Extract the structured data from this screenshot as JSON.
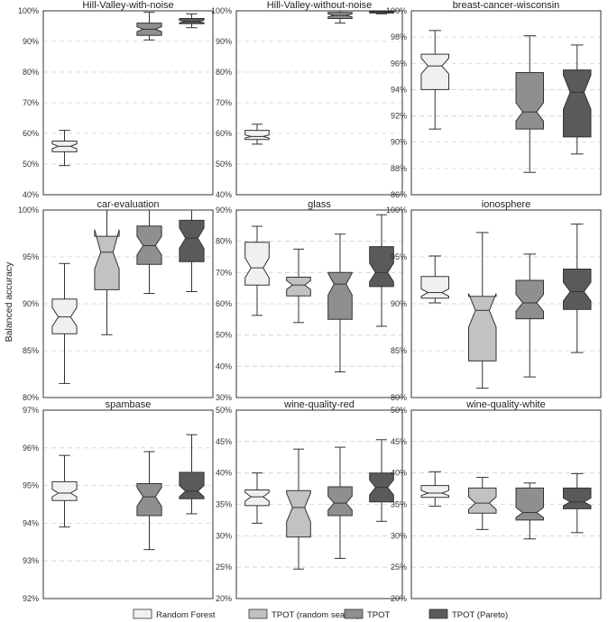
{
  "figure": {
    "ylabel": "Balanced accuracy"
  },
  "legend": {
    "items": [
      {
        "label": "Random Forest",
        "color": "#f0f0f0"
      },
      {
        "label": "TPOT (random search)",
        "color": "#c2c2c2"
      },
      {
        "label": "TPOT",
        "color": "#8f8f8f"
      },
      {
        "label": "TPOT (Pareto)",
        "color": "#5a5a5a"
      }
    ]
  },
  "chart_data": [
    {
      "type": "box",
      "title": "Hill-Valley-with-noise",
      "ylim": [
        40,
        100
      ],
      "yticks": [
        40,
        50,
        60,
        70,
        80,
        90,
        100
      ],
      "tick_suffix": "%",
      "boxes": [
        {
          "series": "Random Forest",
          "whisker_low": 49.5,
          "q1": 54,
          "median": 55.8,
          "q3": 57.5,
          "whisker_high": 61,
          "notch_low": 55,
          "notch_high": 56.6
        },
        {
          "series": "TPOT (random search)",
          "absent": true
        },
        {
          "series": "TPOT",
          "whisker_low": 90.5,
          "q1": 92,
          "median": 94,
          "q3": 96,
          "whisker_high": 99.5,
          "notch_low": 93.2,
          "notch_high": 94.8
        },
        {
          "series": "TPOT (Pareto)",
          "whisker_low": 94.5,
          "q1": 95.8,
          "median": 96.5,
          "q3": 97.5,
          "whisker_high": 99,
          "notch_low": 96.1,
          "notch_high": 96.9
        }
      ]
    },
    {
      "type": "box",
      "title": "Hill-Valley-without-noise",
      "ylim": [
        40,
        100
      ],
      "yticks": [
        40,
        50,
        60,
        70,
        80,
        90,
        100
      ],
      "tick_suffix": "%",
      "boxes": [
        {
          "series": "Random Forest",
          "whisker_low": 56.5,
          "q1": 58,
          "median": 59,
          "q3": 61,
          "whisker_high": 63,
          "notch_low": 58.5,
          "notch_high": 59.5
        },
        {
          "series": "TPOT (random search)",
          "absent": true
        },
        {
          "series": "TPOT",
          "whisker_low": 96,
          "q1": 97.5,
          "median": 98.5,
          "q3": 99.5,
          "whisker_high": 100,
          "notch_low": 98,
          "notch_high": 99
        },
        {
          "series": "TPOT (Pareto)",
          "whisker_low": 99,
          "q1": 99.3,
          "median": 99.6,
          "q3": 99.8,
          "whisker_high": 100,
          "notch_low": 99.5,
          "notch_high": 99.7
        }
      ]
    },
    {
      "type": "box",
      "title": "breast-cancer-wisconsin",
      "ylim": [
        86,
        100
      ],
      "yticks": [
        86,
        88,
        90,
        92,
        94,
        96,
        98,
        100
      ],
      "tick_suffix": "%",
      "boxes": [
        {
          "series": "Random Forest",
          "whisker_low": 91,
          "q1": 94,
          "median": 95.8,
          "q3": 96.7,
          "whisker_high": 98.5,
          "notch_low": 95.2,
          "notch_high": 96.4
        },
        {
          "series": "TPOT (random search)",
          "absent": true
        },
        {
          "series": "TPOT",
          "whisker_low": 87.7,
          "q1": 91,
          "median": 92.3,
          "q3": 95.3,
          "whisker_high": 98.1,
          "notch_low": 91.6,
          "notch_high": 93
        },
        {
          "series": "TPOT (Pareto)",
          "whisker_low": 89.1,
          "q1": 90.4,
          "median": 93.8,
          "q3": 95.5,
          "whisker_high": 97.4,
          "notch_low": 92.5,
          "notch_high": 95.1
        }
      ]
    },
    {
      "type": "box",
      "title": "car-evaluation",
      "ylim": [
        80,
        100
      ],
      "yticks": [
        80,
        85,
        90,
        95,
        100
      ],
      "tick_suffix": "%",
      "boxes": [
        {
          "series": "Random Forest",
          "whisker_low": 81.5,
          "q1": 86.8,
          "median": 88.6,
          "q3": 90.5,
          "whisker_high": 94.3,
          "notch_low": 87.6,
          "notch_high": 89.6
        },
        {
          "series": "TPOT (random search)",
          "whisker_low": 86.7,
          "q1": 91.5,
          "median": 95.5,
          "q3": 97.2,
          "whisker_high": 100,
          "notch_low": 93.7,
          "notch_high": 97.9
        },
        {
          "series": "TPOT",
          "whisker_low": 91.1,
          "q1": 94.2,
          "median": 96.2,
          "q3": 98.3,
          "whisker_high": 100,
          "notch_low": 95.2,
          "notch_high": 97.2
        },
        {
          "series": "TPOT (Pareto)",
          "whisker_low": 91.3,
          "q1": 94.5,
          "median": 97,
          "q3": 98.9,
          "whisker_high": 100,
          "notch_low": 95.9,
          "notch_high": 98.1
        }
      ]
    },
    {
      "type": "box",
      "title": "glass",
      "ylim": [
        30,
        90
      ],
      "yticks": [
        30,
        40,
        50,
        60,
        70,
        80,
        90
      ],
      "tick_suffix": "%",
      "boxes": [
        {
          "series": "Random Forest",
          "whisker_low": 56.3,
          "q1": 66,
          "median": 71.5,
          "q3": 79.7,
          "whisker_high": 84.8,
          "notch_low": 68.3,
          "notch_high": 74.7
        },
        {
          "series": "TPOT (random search)",
          "whisker_low": 54,
          "q1": 62.5,
          "median": 66,
          "q3": 68.5,
          "whisker_high": 77.5,
          "notch_low": 64.6,
          "notch_high": 67.4
        },
        {
          "series": "TPOT",
          "whisker_low": 38.2,
          "q1": 55,
          "median": 66.3,
          "q3": 70,
          "whisker_high": 82.3,
          "notch_low": 62.8,
          "notch_high": 69.8
        },
        {
          "series": "TPOT (Pareto)",
          "whisker_low": 52.8,
          "q1": 65.5,
          "median": 70,
          "q3": 78.3,
          "whisker_high": 88.5,
          "notch_low": 67,
          "notch_high": 73
        }
      ]
    },
    {
      "type": "box",
      "title": "ionosphere",
      "ylim": [
        80,
        100
      ],
      "yticks": [
        80,
        85,
        90,
        95,
        100
      ],
      "tick_suffix": "%",
      "boxes": [
        {
          "series": "Random Forest",
          "whisker_low": 90.1,
          "q1": 90.6,
          "median": 91.2,
          "q3": 92.9,
          "whisker_high": 95.1,
          "notch_low": 90.8,
          "notch_high": 91.6
        },
        {
          "series": "TPOT (random search)",
          "whisker_low": 81,
          "q1": 83.9,
          "median": 89.3,
          "q3": 90.8,
          "whisker_high": 97.6,
          "notch_low": 87.5,
          "notch_high": 91.1
        },
        {
          "series": "TPOT",
          "whisker_low": 82.2,
          "q1": 88.4,
          "median": 90.1,
          "q3": 92.5,
          "whisker_high": 95.3,
          "notch_low": 89.2,
          "notch_high": 91
        },
        {
          "series": "TPOT (Pareto)",
          "whisker_low": 84.8,
          "q1": 89.4,
          "median": 91.3,
          "q3": 93.7,
          "whisker_high": 98.5,
          "notch_low": 90.3,
          "notch_high": 92.3
        }
      ]
    },
    {
      "type": "box",
      "title": "spambase",
      "ylim": [
        92,
        97
      ],
      "yticks": [
        92,
        93,
        94,
        95,
        96,
        97
      ],
      "tick_suffix": "%",
      "boxes": [
        {
          "series": "Random Forest",
          "whisker_low": 93.9,
          "q1": 94.6,
          "median": 94.8,
          "q3": 95.1,
          "whisker_high": 95.8,
          "notch_low": 94.7,
          "notch_high": 94.9
        },
        {
          "series": "TPOT (random search)",
          "absent": true
        },
        {
          "series": "TPOT",
          "whisker_low": 93.3,
          "q1": 94.2,
          "median": 94.7,
          "q3": 95.05,
          "whisker_high": 95.9,
          "notch_low": 94.45,
          "notch_high": 94.95
        },
        {
          "series": "TPOT (Pareto)",
          "whisker_low": 94.25,
          "q1": 94.65,
          "median": 94.85,
          "q3": 95.35,
          "whisker_high": 96.35,
          "notch_low": 94.7,
          "notch_high": 95
        }
      ]
    },
    {
      "type": "box",
      "title": "wine-quality-red",
      "ylim": [
        20,
        50
      ],
      "yticks": [
        20,
        25,
        30,
        35,
        40,
        45,
        50
      ],
      "tick_suffix": "%",
      "boxes": [
        {
          "series": "Random Forest",
          "whisker_low": 32,
          "q1": 34.8,
          "median": 36.2,
          "q3": 37.3,
          "whisker_high": 40,
          "notch_low": 35.5,
          "notch_high": 36.9
        },
        {
          "series": "TPOT (random search)",
          "whisker_low": 24.7,
          "q1": 29.8,
          "median": 34.5,
          "q3": 37.2,
          "whisker_high": 43.8,
          "notch_low": 32.2,
          "notch_high": 36.8
        },
        {
          "series": "TPOT",
          "whisker_low": 26.4,
          "q1": 33.2,
          "median": 35.2,
          "q3": 37.8,
          "whisker_high": 44.1,
          "notch_low": 34.1,
          "notch_high": 36.3
        },
        {
          "series": "TPOT (Pareto)",
          "whisker_low": 32.3,
          "q1": 35.4,
          "median": 37.7,
          "q3": 40,
          "whisker_high": 45.3,
          "notch_low": 36.5,
          "notch_high": 38.9
        }
      ]
    },
    {
      "type": "box",
      "title": "wine-quality-white",
      "ylim": [
        20,
        50
      ],
      "yticks": [
        20,
        25,
        30,
        35,
        40,
        45,
        50
      ],
      "tick_suffix": "%",
      "boxes": [
        {
          "series": "Random Forest",
          "whisker_low": 34.7,
          "q1": 36.1,
          "median": 36.8,
          "q3": 38,
          "whisker_high": 40.2,
          "notch_low": 36.4,
          "notch_high": 37.2
        },
        {
          "series": "TPOT (random search)",
          "whisker_low": 31,
          "q1": 33.6,
          "median": 35.2,
          "q3": 37.6,
          "whisker_high": 39.3,
          "notch_low": 34.2,
          "notch_high": 36.2
        },
        {
          "series": "TPOT",
          "whisker_low": 29.5,
          "q1": 32.5,
          "median": 33.7,
          "q3": 37.6,
          "whisker_high": 38.4,
          "notch_low": 32.9,
          "notch_high": 34.5
        },
        {
          "series": "TPOT (Pareto)",
          "whisker_low": 30.5,
          "q1": 34.3,
          "median": 35.4,
          "q3": 37.6,
          "whisker_high": 39.9,
          "notch_low": 34.8,
          "notch_high": 36
        }
      ]
    }
  ]
}
